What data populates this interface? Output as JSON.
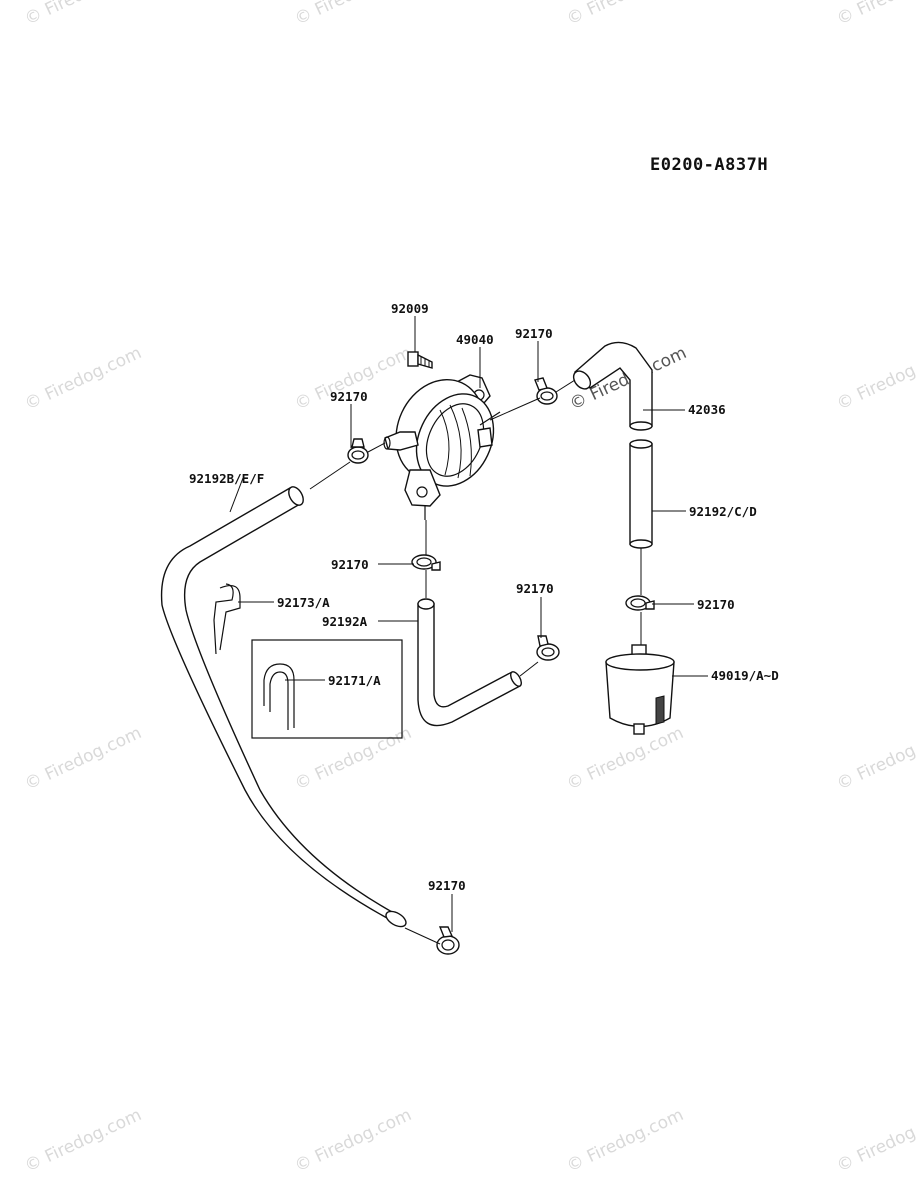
{
  "diagram_code": "E0200-A837H",
  "watermark": "© Firedog.com",
  "labels": {
    "p92009": "92009",
    "p49040": "49040",
    "p92170_top": "92170",
    "p92170_left": "92170",
    "p42036": "42036",
    "p92192bef": "92192B/E/F",
    "p92192cd": "92192/C/D",
    "p92170_mid": "92170",
    "p92170_midright": "92170",
    "p92170_right": "92170",
    "p92173a": "92173/A",
    "p92192a": "92192A",
    "p92171a": "92171/A",
    "p49019": "49019/A~D",
    "p92170_bottom": "92170"
  }
}
